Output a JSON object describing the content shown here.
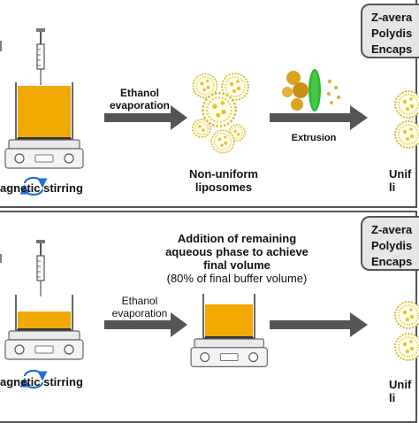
{
  "top": {
    "step1": "Ethanol\nevaporation",
    "step2": "Extrusion",
    "stirring": "agnetic stirring",
    "nonuniform": "Non-uniform\nliposomes",
    "uniform": "Unif\nli",
    "info": [
      "Z-avera",
      "Polydis",
      "Encaps"
    ]
  },
  "bottom": {
    "addition": "Addition of remaining\naqueous phase to achieve\nfinal volume",
    "addition_note": "(80% of final buffer volume)",
    "step1": "Ethanol\nevaporation",
    "stirring": "agnetic stirring",
    "uniform": "Unif\nli",
    "info": [
      "Z-avera",
      "Polydis",
      "Encaps"
    ]
  },
  "colors": {
    "liquid": "#F2A900",
    "liposome_yellow": "#E6D84A",
    "membrane_green": "#2EB82E",
    "arrow": "#555555",
    "stir_arrow": "#1F6FD6"
  }
}
